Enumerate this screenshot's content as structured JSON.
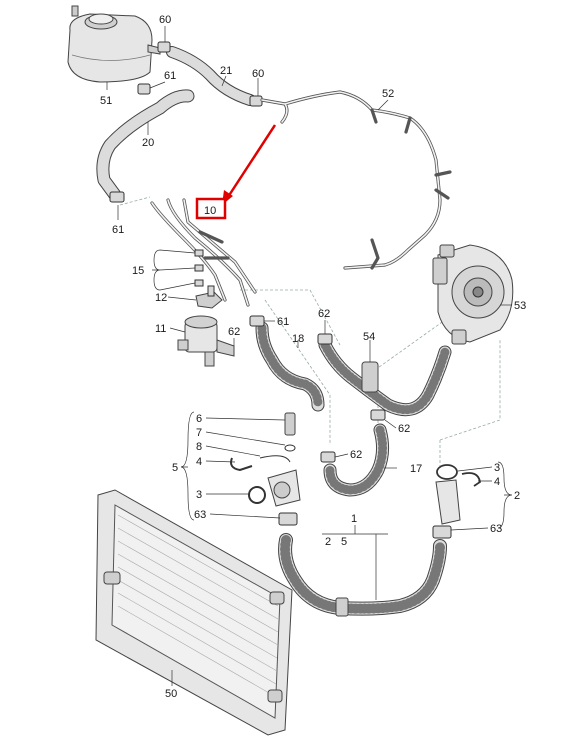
{
  "labels": {
    "p60a": "60",
    "p60b": "60",
    "p21": "21",
    "p61a": "61",
    "p51": "51",
    "p52": "52",
    "p20": "20",
    "p61b": "61",
    "p10": "10",
    "p15": "15",
    "p12": "12",
    "p11": "11",
    "p62a": "62",
    "p61c": "61",
    "p62b": "62",
    "p18": "18",
    "p54": "54",
    "p53": "53",
    "p62c": "62",
    "p62d": "62",
    "p6": "6",
    "p7": "7",
    "p8": "8",
    "p5": "5",
    "p4a": "4",
    "p3a": "3",
    "p63a": "63",
    "p17": "17",
    "p3b": "3",
    "p4b": "4",
    "p2": "2",
    "p63b": "63",
    "p1": "1",
    "p2b": "2",
    "p5b": "5",
    "p50": "50"
  },
  "colors": {
    "highlight": "#e00000",
    "line": "#333333"
  }
}
